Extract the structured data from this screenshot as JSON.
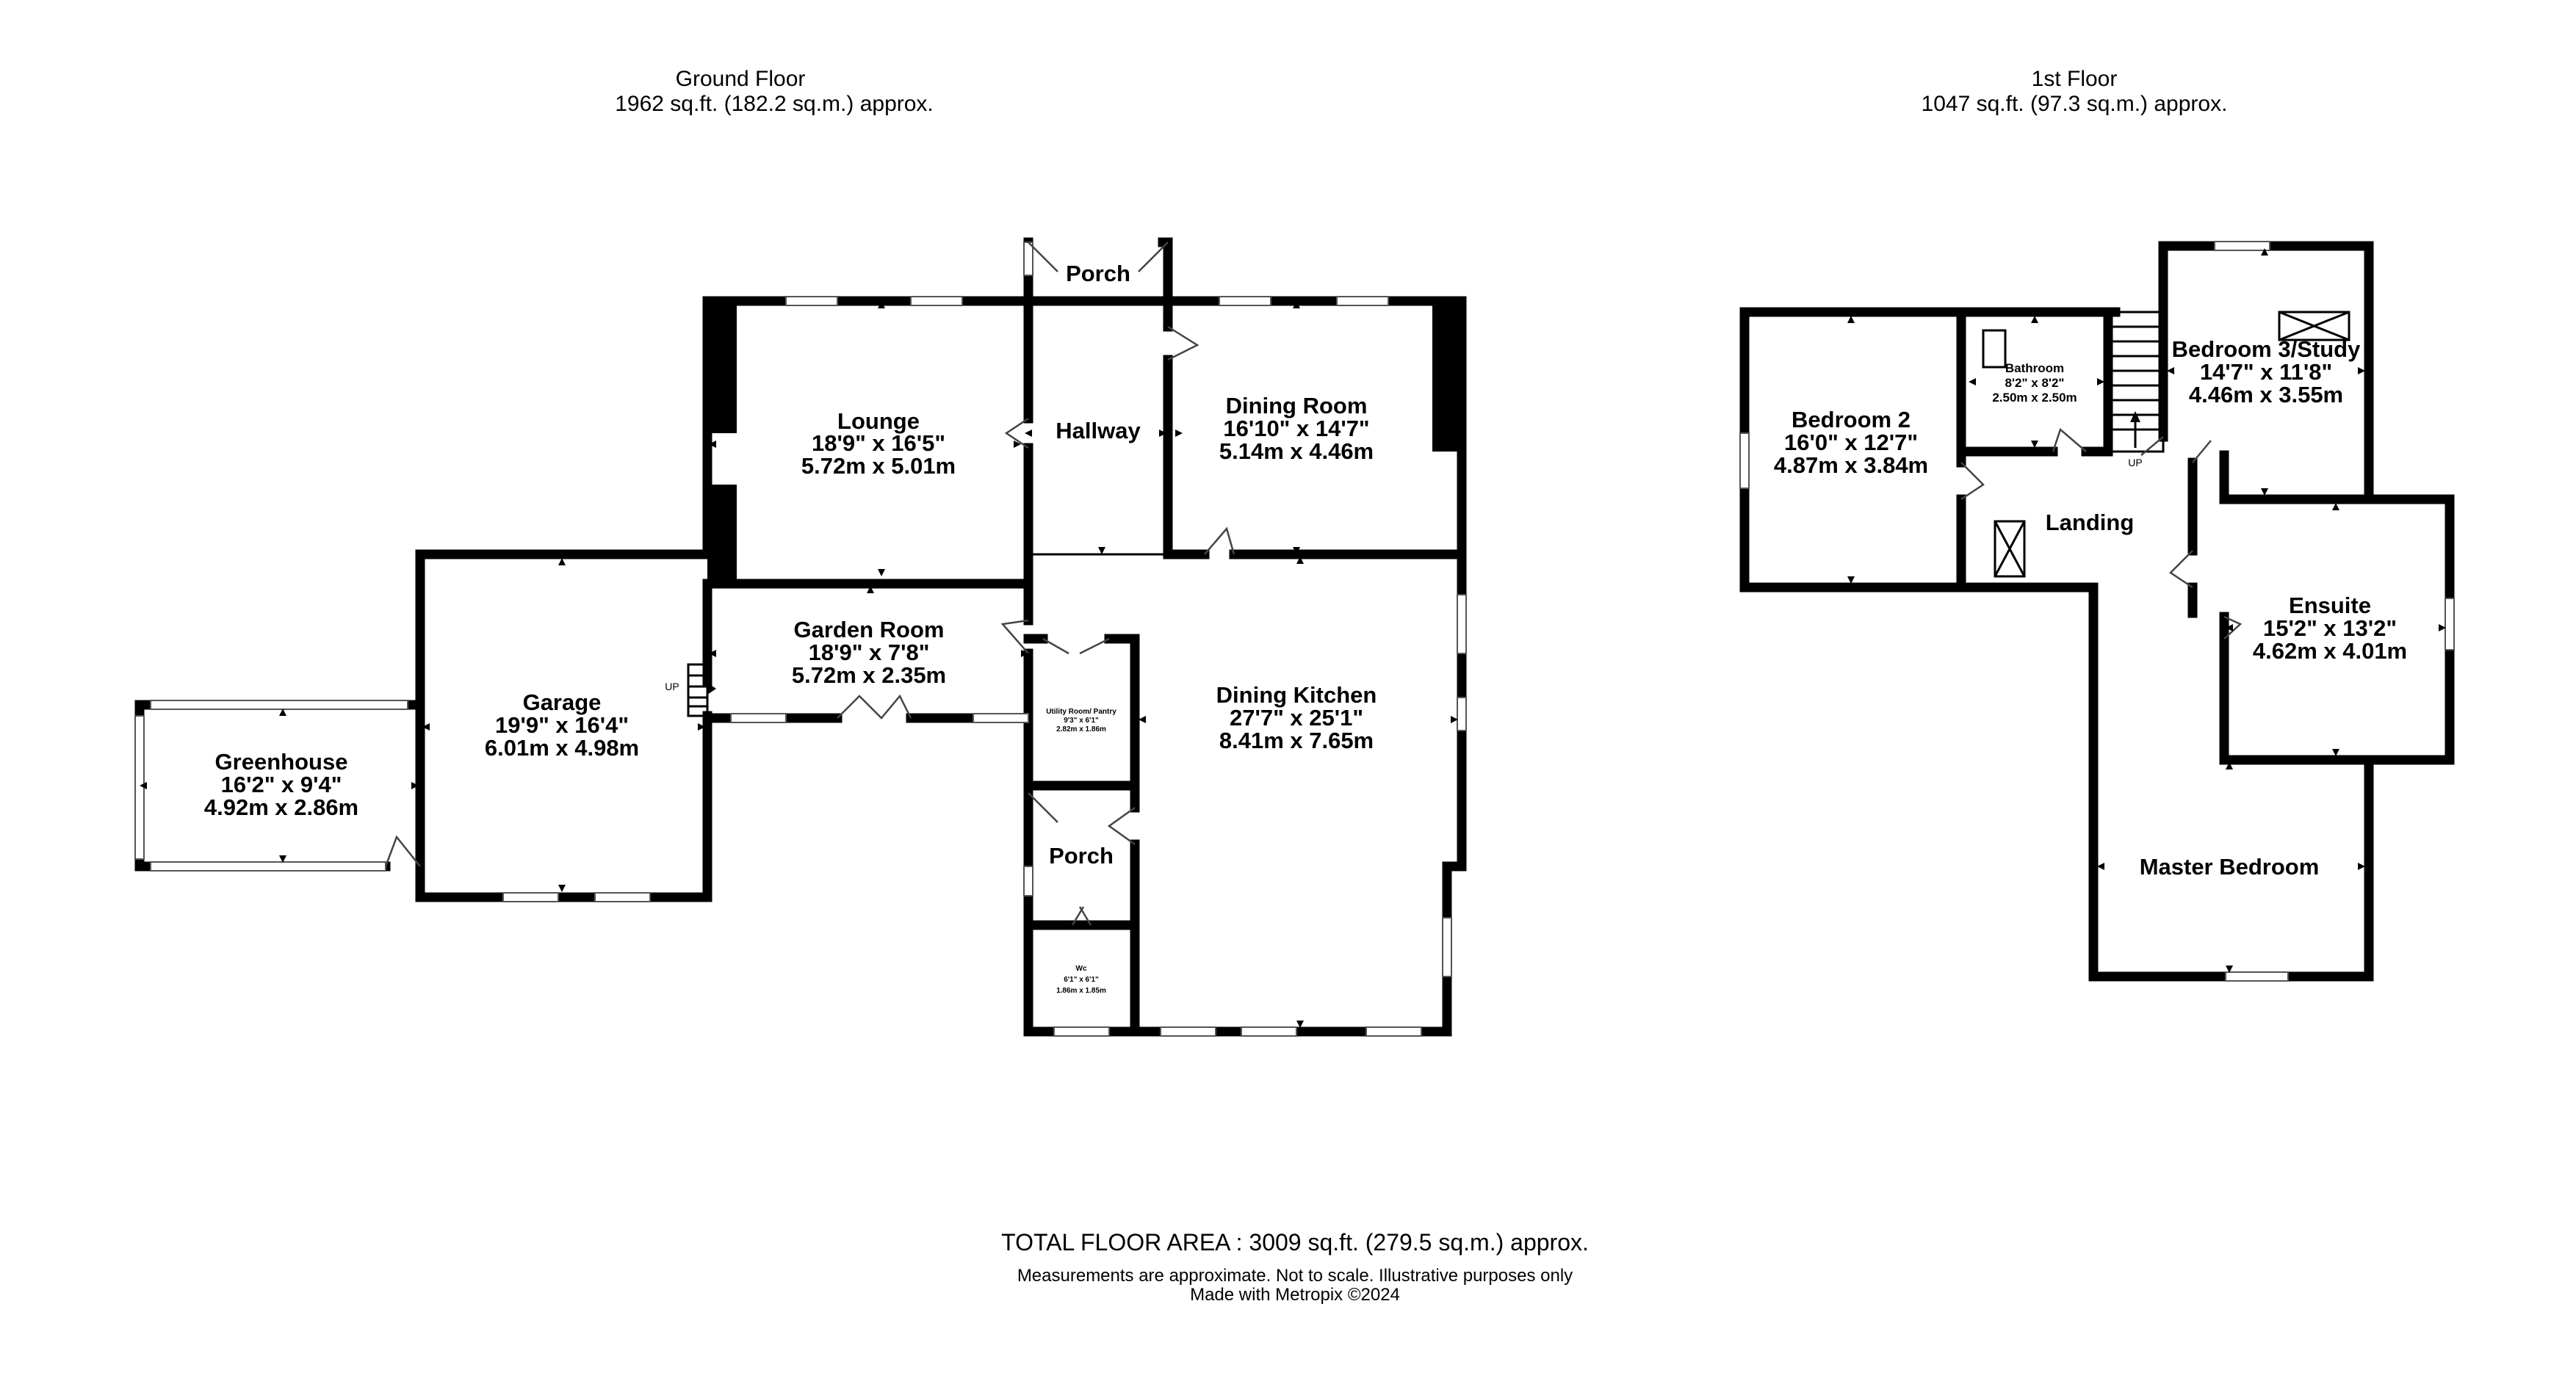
{
  "ground_floor": {
    "title": "Ground Floor",
    "area": "1962 sq.ft. (182.2 sq.m.) approx.",
    "rooms": {
      "lounge": {
        "name": "Lounge",
        "imperial": "18'9\"  x 16'5\"",
        "metric": "5.72m  x 5.01m"
      },
      "hallway": {
        "name": "Hallway"
      },
      "porch_front": {
        "name": "Porch"
      },
      "dining_room": {
        "name": "Dining Room",
        "imperial": "16'10\"  x 14'7\"",
        "metric": "5.14m  x 4.46m"
      },
      "garage": {
        "name": "Garage",
        "imperial": "19'9\"  x 16'4\"",
        "metric": "6.01m  x 4.98m"
      },
      "garden_room": {
        "name": "Garden Room",
        "imperial": "18'9\"  x 7'8\"",
        "metric": "5.72m  x 2.35m"
      },
      "greenhouse": {
        "name": "Greenhouse",
        "imperial": "16'2\"  x 9'4\"",
        "metric": "4.92m  x 2.86m"
      },
      "utility": {
        "name": "Utility Room/ Pantry",
        "imperial": "9'3\" x 6'1\"",
        "metric": "2.82m x 1.86m"
      },
      "dining_kitchen": {
        "name": "Dining Kitchen",
        "imperial": "27'7\"  x 25'1\"",
        "metric": "8.41m  x 7.65m"
      },
      "porch_rear": {
        "name": "Porch"
      },
      "wc": {
        "name": "Wc",
        "imperial": "6'1\"  x 6'1\"",
        "metric": "1.86m  x 1.85m"
      }
    },
    "stairs_label": "UP"
  },
  "first_floor": {
    "title": "1st Floor",
    "area": "1047 sq.ft. (97.3 sq.m.) approx.",
    "rooms": {
      "bedroom2": {
        "name": "Bedroom 2",
        "imperial": "16'0\"  x 12'7\"",
        "metric": "4.87m  x 3.84m"
      },
      "bathroom": {
        "name": "Bathroom",
        "imperial": "8'2\"  x 8'2\"",
        "metric": "2.50m  x 2.50m"
      },
      "bedroom3": {
        "name": "Bedroom 3/Study",
        "imperial": "14'7\"  x 11'8\"",
        "metric": "4.46m  x 3.55m"
      },
      "landing": {
        "name": "Landing"
      },
      "ensuite": {
        "name": "Ensuite",
        "imperial": "15'2\"  x 13'2\"",
        "metric": "4.62m  x 4.01m"
      },
      "master": {
        "name": "Master Bedroom"
      }
    },
    "stairs_label": "UP"
  },
  "footer": {
    "total": "TOTAL FLOOR AREA : 3009 sq.ft. (279.5 sq.m.) approx.",
    "disclaimer": "Measurements are approximate.  Not to scale.  Illustrative purposes only",
    "credit": "Made with Metropix ©2024"
  }
}
